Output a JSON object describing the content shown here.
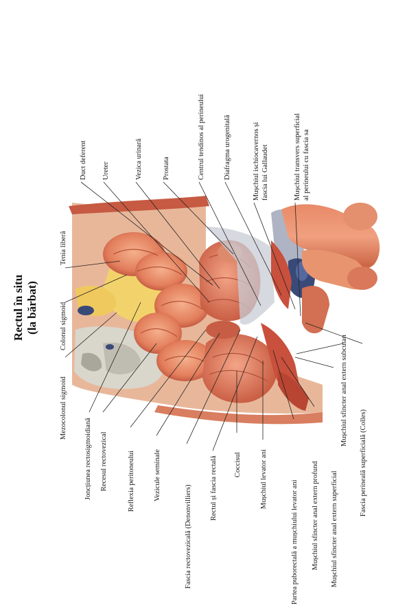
{
  "title": "Rectul în situ",
  "subtitle": "(la bărbat)",
  "labels": {
    "tenia_libera": "Tenia liberă",
    "colonul_sigmoid": "Colonul sigmoid",
    "mezocolonul_sigmoid": "Mezocolonul sigmoid",
    "jonctiunea": "Joncțiunea rectosigmoidiană",
    "recesul": "Recesul rectovezical",
    "reflexia": "Reflexia peritoneului",
    "vezicule": "Vezicule seminale",
    "fascia_rectovezicala": "Fascia rectovezicală (Denonvilliers)",
    "rectul_fascia": "Rectul și fascia rectală",
    "coccisul": "Coccisul",
    "levator": "Mușchiul levator ani",
    "puborectala": "Partea puborectală a mușchiului levator ani",
    "sfincter_profund": "Mușchiul sfincter anal extern profund",
    "sfincter_superficial": "Mușchiul sfincter anal extern superficial",
    "sfincter_subcutan": "Mușchiul sfincter anal extern subcutan",
    "fascia_perineala": "Fascia perineală superficială (Colles)",
    "duct_deferent": "Duct deferent",
    "ureter": "Ureter",
    "vezica": "Vezica urinară",
    "prostata": "Prostata",
    "centrul_tendinos": "Centrul tendinos al perineului",
    "diafragma": "Diafragma urogenitală",
    "ischiocavernos_1": "Mușchiul ischiocavernos și",
    "ischiocavernos_2": "fascia lui Gallaudet",
    "transvers_1": "Mușchiul transvers superficial",
    "transvers_2": "al perineului cu fascia sa"
  },
  "colors": {
    "muscle": "#c9503c",
    "muscle_light": "#e58a6e",
    "colon": "#e8956f",
    "fat": "#f2d36b",
    "fascia": "#c9ccd6",
    "bone": "#d9d6cc",
    "dark": "#3a4a78"
  }
}
